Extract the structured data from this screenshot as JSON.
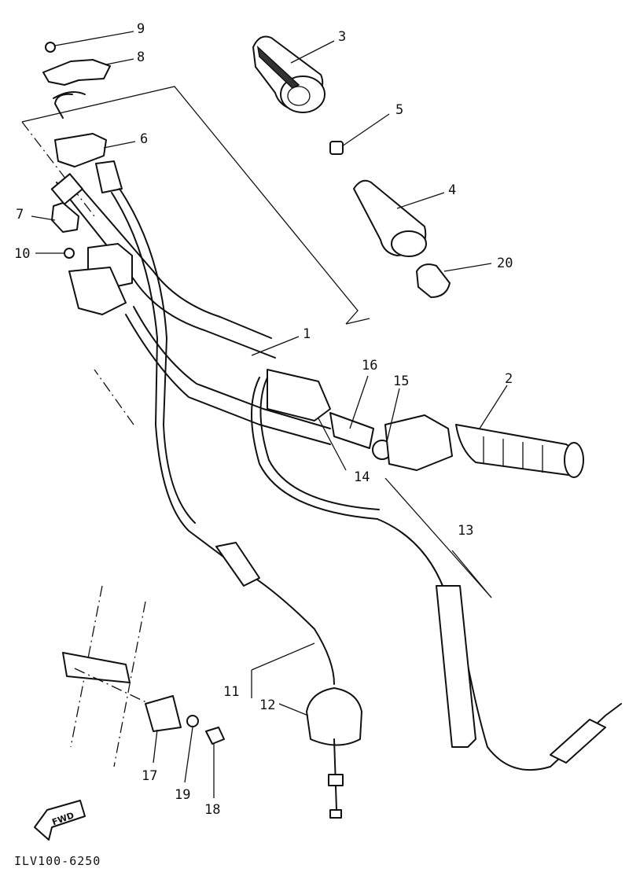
{
  "diagram": {
    "code": "ILV100-6250",
    "fwd_label": "FWD",
    "callouts": [
      {
        "id": "9",
        "label": "9"
      },
      {
        "id": "8",
        "label": "8"
      },
      {
        "id": "3",
        "label": "3"
      },
      {
        "id": "5",
        "label": "5"
      },
      {
        "id": "6",
        "label": "6"
      },
      {
        "id": "4",
        "label": "4"
      },
      {
        "id": "7",
        "label": "7"
      },
      {
        "id": "10",
        "label": "10"
      },
      {
        "id": "20",
        "label": "20"
      },
      {
        "id": "1",
        "label": "1"
      },
      {
        "id": "16",
        "label": "16"
      },
      {
        "id": "15",
        "label": "15"
      },
      {
        "id": "2",
        "label": "2"
      },
      {
        "id": "14",
        "label": "14"
      },
      {
        "id": "13",
        "label": "13"
      },
      {
        "id": "11",
        "label": "11"
      },
      {
        "id": "12",
        "label": "12"
      },
      {
        "id": "17",
        "label": "17"
      },
      {
        "id": "19",
        "label": "19"
      },
      {
        "id": "18",
        "label": "18"
      }
    ]
  }
}
